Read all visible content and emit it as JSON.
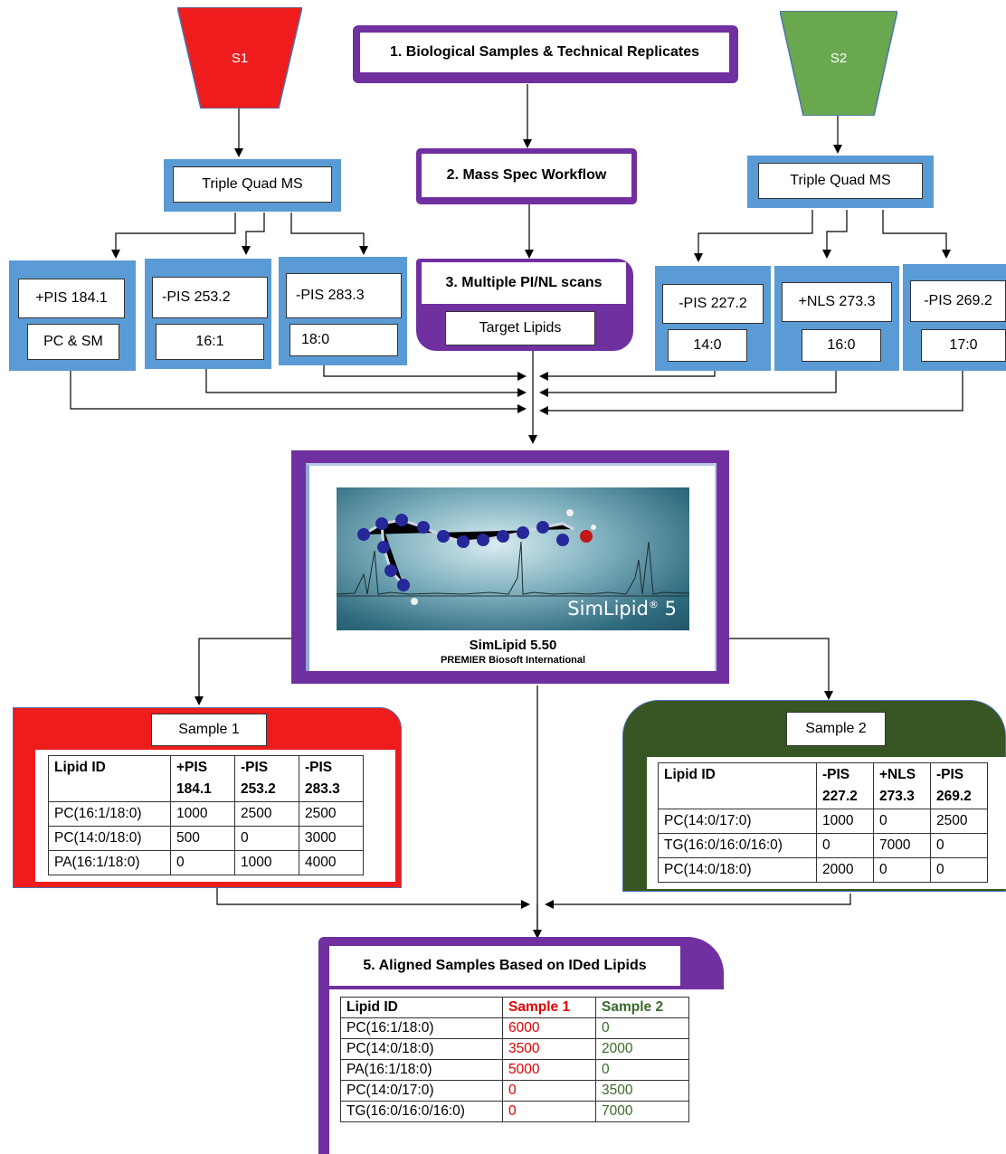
{
  "s1": {
    "label": "S1",
    "color": "#ee1c1c"
  },
  "s2": {
    "label": "S2",
    "color": "#6aa84f"
  },
  "step1": "1. Biological Samples & Technical Replicates",
  "step2": "2. Mass Spec Workflow",
  "step3": {
    "title": "3. Multiple PI/NL scans",
    "sub": "Target Lipids"
  },
  "triple_quad_label": "Triple Quad MS",
  "scans_left": [
    {
      "scan": "+PIS 184.1",
      "lipid": "PC & SM"
    },
    {
      "scan": "-PIS 253.2",
      "lipid": "16:1"
    },
    {
      "scan": "-PIS 283.3",
      "lipid": "18:0"
    }
  ],
  "scans_right": [
    {
      "scan": "-PIS 227.2",
      "lipid": "14:0"
    },
    {
      "scan": "+NLS 273.3",
      "lipid": "16:0"
    },
    {
      "scan": "-PIS 269.2",
      "lipid": "17:0"
    }
  ],
  "simlipid": {
    "logo": "SimLipid",
    "version_mark": "5",
    "reg": "®",
    "title": "SimLipid 5.50",
    "company": "PREMIER Biosoft International"
  },
  "sample1": {
    "label": "Sample 1",
    "headers": [
      "Lipid ID",
      "+PIS 184.1",
      "-PIS 253.2",
      "-PIS 283.3"
    ],
    "rows": [
      [
        "PC(16:1/18:0)",
        "1000",
        "2500",
        "2500"
      ],
      [
        "PC(14:0/18:0)",
        "500",
        "0",
        "3000"
      ],
      [
        "PA(16:1/18:0)",
        "0",
        "1000",
        "4000"
      ]
    ]
  },
  "sample2": {
    "label": "Sample 2",
    "headers": [
      "Lipid ID",
      "-PIS 227.2",
      "+NLS 273.3",
      "-PIS 269.2"
    ],
    "rows": [
      [
        "PC(14:0/17:0)",
        "1000",
        "0",
        "2500"
      ],
      [
        "TG(16:0/16:0/16:0)",
        "0",
        "7000",
        "0"
      ],
      [
        "PC(14:0/18:0)",
        "2000",
        "0",
        "0"
      ]
    ]
  },
  "aligned": {
    "title": "5. Aligned Samples Based on IDed Lipids",
    "headers": [
      "Lipid ID",
      "Sample 1",
      "Sample 2"
    ],
    "rows": [
      [
        "PC(16:1/18:0)",
        "6000",
        "0"
      ],
      [
        "PC(14:0/18:0)",
        "3500",
        "2000"
      ],
      [
        "PA(16:1/18:0)",
        "5000",
        "0"
      ],
      [
        "PC(14:0/17:0)",
        "0",
        "3500"
      ],
      [
        "TG(16:0/16:0/16:0)",
        "0",
        "7000"
      ]
    ]
  },
  "colors": {
    "purple": "#7030a0",
    "blue": "#5b9bd5",
    "red": "#ee1c1c",
    "dark_green": "#375623"
  }
}
